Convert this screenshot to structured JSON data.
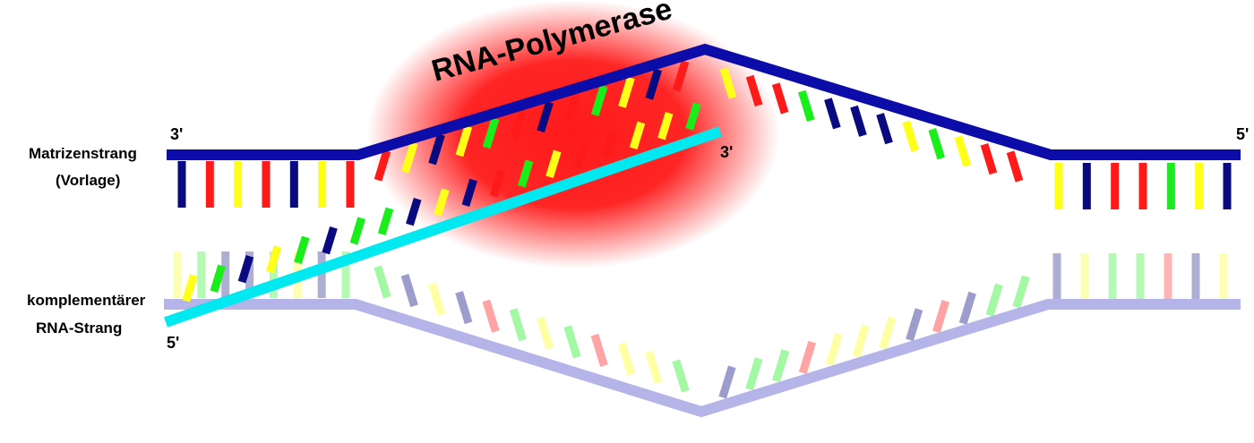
{
  "labels": {
    "polymerase": "RNA-Polymerase",
    "template_line1": "Matrizenstrang",
    "template_line2": "(Vorlage)",
    "rna_line1": "komplementärer",
    "rna_line2": "RNA-Strang",
    "template_left_end": "3'",
    "template_right_end": "5'",
    "rna_3_end": "3'",
    "rna_5_end": "5'"
  },
  "colors": {
    "template_backbone": "#0c0ca8",
    "coding_backbone": "#b4b4e8",
    "rna_backbone": "#00e8f0",
    "polymerase_glow": "#ff1a1a",
    "base_a": "#ff1a1a",
    "base_b": "#ffff1a",
    "base_c": "#1aee1a",
    "base_d": "#0a0a80"
  },
  "template_bases_left": [
    "d",
    "a",
    "b",
    "a",
    "d",
    "b",
    "a"
  ],
  "template_bases_mid": [
    "a",
    "b",
    "d",
    "b",
    "c",
    "a",
    "d",
    "a",
    "c",
    "b",
    "d",
    "a"
  ],
  "template_bases_desc": [
    "b",
    "a",
    "a",
    "c",
    "d",
    "d",
    "d",
    "b",
    "c",
    "b",
    "a",
    "a"
  ],
  "template_bases_right": [
    "b",
    "d",
    "a",
    "a",
    "c",
    "b",
    "d"
  ],
  "rna_bases": [
    "b",
    "c",
    "d",
    "b",
    "c",
    "d",
    "c",
    "c",
    "d",
    "b",
    "d",
    "a",
    "c",
    "b",
    "a",
    "a",
    "b",
    "b",
    "c"
  ],
  "coding_bases_left": [
    "b",
    "c",
    "d",
    "d",
    "c",
    "b",
    "d",
    "c"
  ],
  "coding_bases_desc1": [
    "c",
    "d",
    "b",
    "d",
    "a",
    "c",
    "b",
    "c",
    "a",
    "b",
    "b",
    "c"
  ],
  "coding_bases_desc2": [
    "d",
    "c",
    "c",
    "a",
    "b",
    "b",
    "b",
    "d",
    "a",
    "d",
    "c",
    "c"
  ],
  "coding_bases_right": [
    "d",
    "b",
    "c",
    "c",
    "a",
    "d",
    "b"
  ]
}
